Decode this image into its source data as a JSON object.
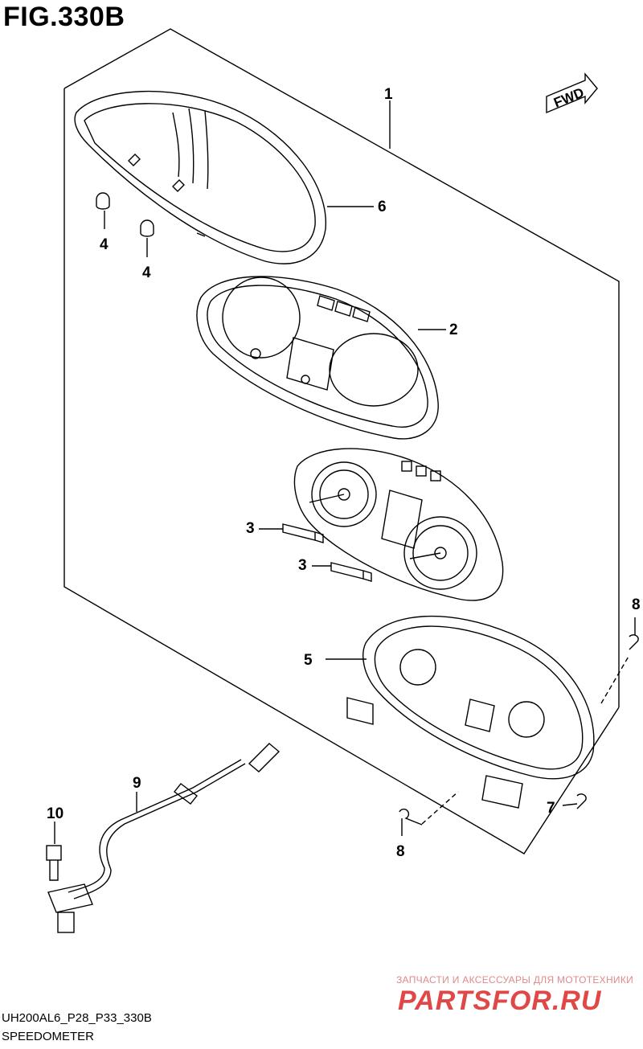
{
  "figure": {
    "title": "FIG.330B",
    "code": "UH200AL6_P28_P33_330B",
    "name": "SPEEDOMETER"
  },
  "direction_arrow": {
    "label": "FWD"
  },
  "callouts": [
    "1",
    "2",
    "3",
    "3",
    "4",
    "4",
    "5",
    "6",
    "7",
    "8",
    "8",
    "9",
    "10"
  ],
  "watermark": {
    "tagline": "ЗАПЧАСТИ И АКСЕССУАРЫ ДЛЯ МОТОТЕХНИКИ",
    "logo": "PARTSFOR.RU"
  },
  "colors": {
    "line": "#000000",
    "watermark": "#e04848"
  }
}
